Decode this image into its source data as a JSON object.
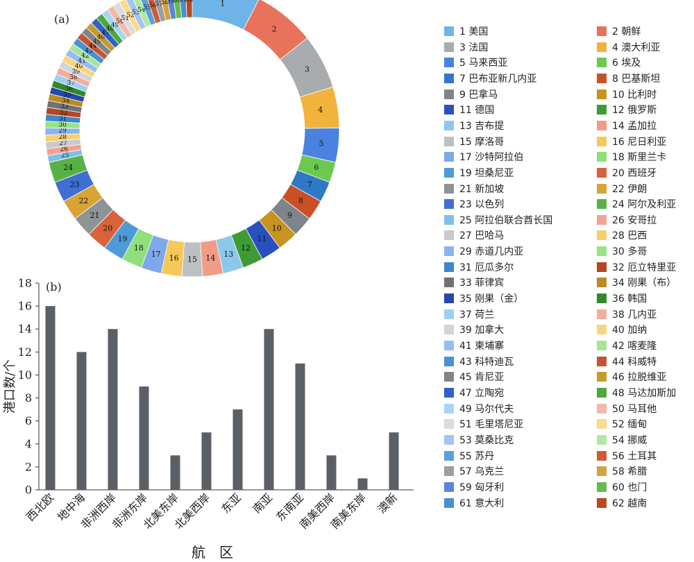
{
  "chart_data": [
    {
      "type": "pie",
      "panel_label": "(a)",
      "donut": true,
      "legend_position": "right",
      "categories": [
        "美国",
        "朝鲜",
        "法国",
        "澳大利亚",
        "马来西亚",
        "埃及",
        "巴布亚新几内亚",
        "巴基斯坦",
        "巴拿马",
        "比利时",
        "德国",
        "俄罗斯",
        "吉布提",
        "孟加拉",
        "摩洛哥",
        "尼日利亚",
        "沙特阿拉伯",
        "斯里兰卡",
        "坦桑尼亚",
        "西班牙",
        "新加坡",
        "伊朗",
        "以色列",
        "阿尔及利亚",
        "阿拉伯联合酋长国",
        "安哥拉",
        "巴哈马",
        "巴西",
        "赤道几内亚",
        "多哥",
        "厄瓜多尔",
        "厄立特里亚",
        "菲律宾",
        "刚果（布）",
        "刚果（金）",
        "韩国",
        "荷兰",
        "几内亚",
        "加拿大",
        "加纳",
        "柬埔寨",
        "喀麦隆",
        "科特迪瓦",
        "科威特",
        "肯尼亚",
        "拉脱维亚",
        "立陶宛",
        "马达加斯加",
        "马尔代夫",
        "马耳他",
        "毛里塔尼亚",
        "缅甸",
        "莫桑比克",
        "挪威",
        "苏丹",
        "土耳其",
        "乌克兰",
        "希腊",
        "匈牙利",
        "也门",
        "意大利",
        "越南"
      ],
      "values": [
        10,
        9,
        8,
        6,
        5,
        3,
        3,
        3,
        3,
        3,
        3,
        3,
        3,
        3,
        3,
        3,
        3,
        3,
        3,
        3,
        3,
        3,
        3,
        3,
        1,
        1,
        1,
        1,
        1,
        1,
        1,
        1,
        1,
        1,
        1,
        1,
        1,
        1,
        1,
        1,
        1,
        1,
        1,
        1,
        1,
        1,
        1,
        1,
        1,
        1,
        1,
        1,
        1,
        1,
        1,
        1,
        1,
        1,
        1,
        1,
        1,
        1
      ],
      "colors": [
        "#6FB4E8",
        "#E8735A",
        "#A8ACAE",
        "#F2B33D",
        "#4B82E0",
        "#6CC94F",
        "#2F78C5",
        "#C95025",
        "#7E8489",
        "#C99320",
        "#2A4FBF",
        "#3D9A35",
        "#8DC8EC",
        "#F29C88",
        "#BDC0C2",
        "#F6C85A",
        "#7EA8EC",
        "#8FE07A",
        "#4E9AD9",
        "#D9623B",
        "#8E9396",
        "#D8A434",
        "#3F6ED4",
        "#57B245",
        "#7FC0EA",
        "#F4A38F",
        "#C8CACC",
        "#F7CF6E",
        "#8CB3F0",
        "#99E386",
        "#3E86CC",
        "#B5461F",
        "#6E7378",
        "#BB8A22",
        "#2247B0",
        "#34882C",
        "#9CD0F0",
        "#F2AE9D",
        "#D2D4D6",
        "#F8D57E",
        "#97BCF2",
        "#A5E694",
        "#4A91D4",
        "#C45532",
        "#80858A",
        "#C79A2C",
        "#3060C8",
        "#4FA63F",
        "#A7D6F2",
        "#F5B8A8",
        "#DADCDE",
        "#F9DB8E",
        "#A3C4F4",
        "#B1E9A2",
        "#5AA0DC",
        "#CE5A36",
        "#9A9FA3",
        "#D2A540",
        "#5A86DA",
        "#66BA52",
        "#4A8FD0",
        "#B84A1E"
      ]
    },
    {
      "type": "bar",
      "panel_label": "(b)",
      "categories": [
        "西北欧",
        "地中海",
        "非洲西岸",
        "非洲东岸",
        "北美东岸",
        "北美西岸",
        "东亚",
        "南亚",
        "东南亚",
        "南美西岸",
        "南美东岸",
        "澳新"
      ],
      "values": [
        16,
        12,
        14,
        9,
        3,
        5,
        7,
        14,
        11,
        3,
        1,
        5
      ],
      "xlabel": "航　区",
      "ylabel": "港口数/个",
      "ylim": [
        0,
        18
      ],
      "yticks": [
        "0",
        "2",
        "4",
        "6",
        "8",
        "10",
        "12",
        "14",
        "16",
        "18"
      ],
      "bar_color": "#5A6066",
      "grid": false
    }
  ]
}
